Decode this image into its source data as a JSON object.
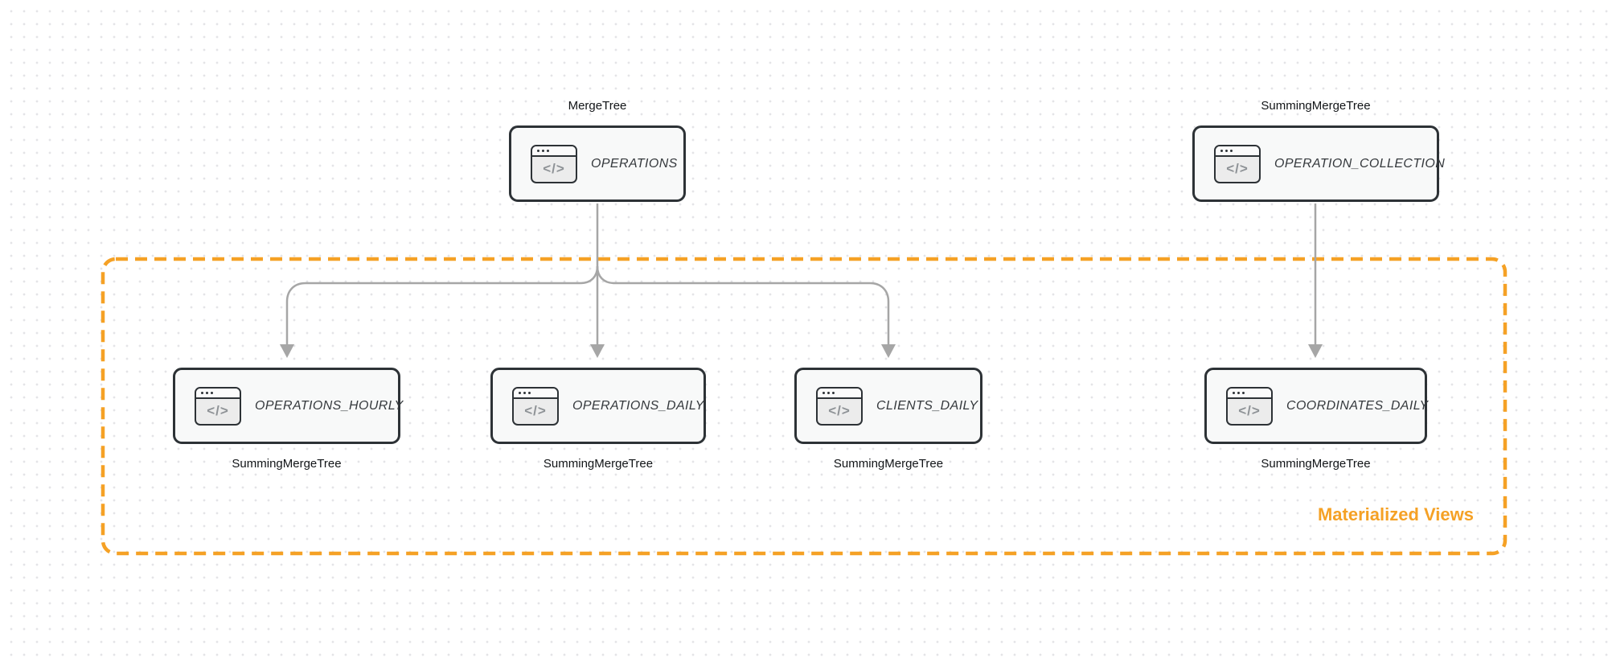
{
  "diagram": {
    "group": {
      "label": "Materialized Views",
      "accent_color": "#F5A125"
    },
    "icon": {
      "name": "code-window-icon",
      "glyph": "</>"
    },
    "colors": {
      "node_border": "#2d3236",
      "node_fill": "#f8f9f9",
      "arrow": "#a6a6a6",
      "engine_text": "#111417",
      "table_text": "#35393d",
      "canvas_dot": "#e4e4e7"
    },
    "nodes": {
      "operations": {
        "engine": "MergeTree",
        "table": "OPERATIONS"
      },
      "operation_collection": {
        "engine": "SummingMergeTree",
        "table": "OPERATION_COLLECTION"
      },
      "operations_hourly": {
        "engine": "SummingMergeTree",
        "table": "OPERATIONS_HOURLY"
      },
      "operations_daily": {
        "engine": "SummingMergeTree",
        "table": "OPERATIONS_DAILY"
      },
      "clients_daily": {
        "engine": "SummingMergeTree",
        "table": "CLIENTS_DAILY"
      },
      "coordinates_daily": {
        "engine": "SummingMergeTree",
        "table": "COORDINATES_DAILY"
      }
    }
  }
}
